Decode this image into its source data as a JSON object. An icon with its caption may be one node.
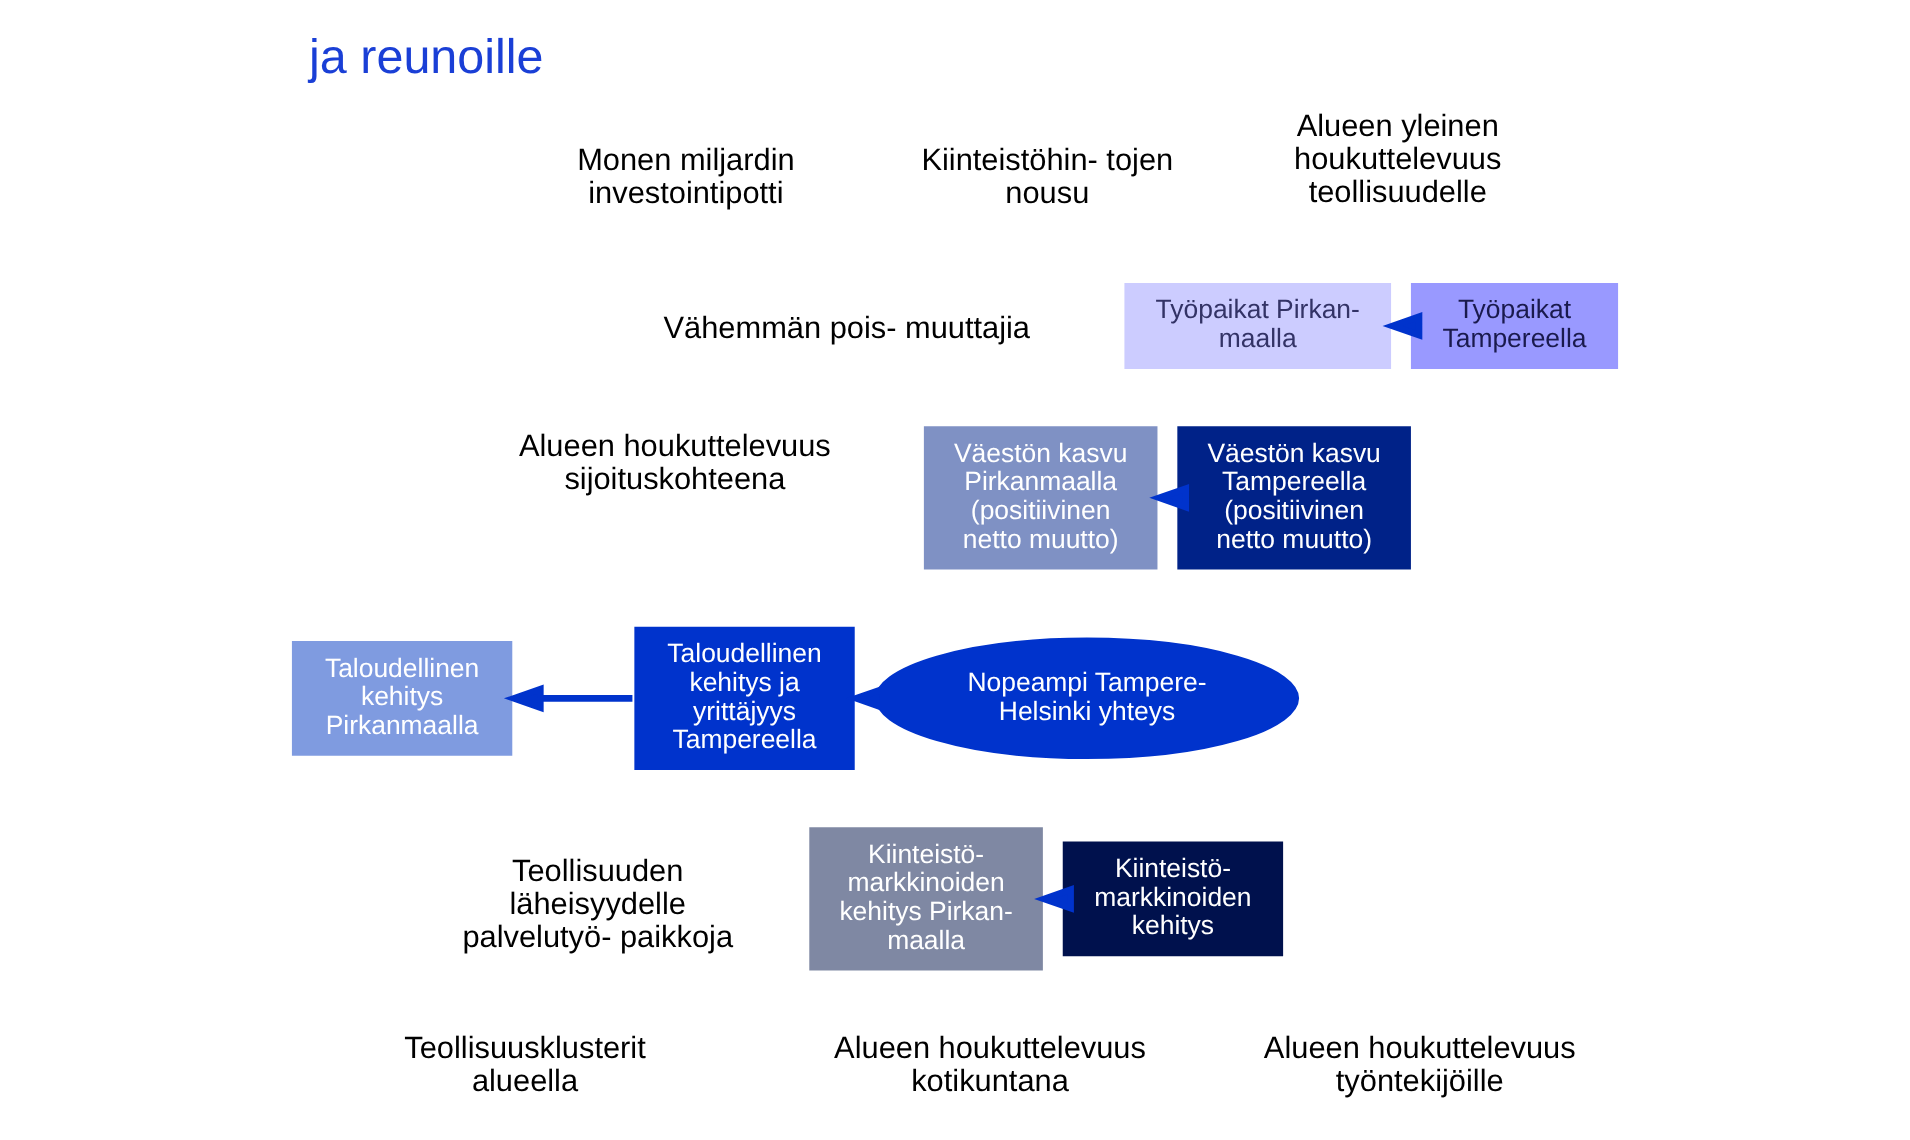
{
  "diagram": {
    "title": "ja reunoille",
    "nodes": [
      {
        "text": [
          "Nopeampi Tampere-Helsinki yhteys"
        ]
      },
      {
        "text": [
          "Taloudellinen kehitys ja yrittäjyys Tampereella"
        ]
      },
      {
        "text": [
          "Työpaikat Tampereella"
        ]
      },
      {
        "text": [
          "Väestön kasvu Tampereella (positiivinen netto muutto)"
        ]
      },
      {
        "text": [
          "Kiinteistö- markkinoiden kehitys"
        ]
      },
      {
        "text": [
          "Taloudellinen kehitys Pirkanmaalla"
        ]
      },
      {
        "text": [
          "Työpaikat Pirkan- maalla"
        ]
      },
      {
        "text": [
          "Väestön kasvu Pirkanmaalla (positiivinen netto muutto)"
        ]
      },
      {
        "text": [
          "Kiinteistö- markkinoiden kehitys Pirkan- maalla"
        ]
      }
    ],
    "edges": [
      {
        "from": 0,
        "to": 1,
        "arrow": "to"
      },
      {
        "from": 1,
        "to": 5,
        "arrow": "to"
      },
      {
        "from": 2,
        "to": 6,
        "arrow": "to"
      },
      {
        "from": 3,
        "to": 7,
        "arrow": "to"
      },
      {
        "from": 4,
        "to": 8,
        "arrow": "to"
      }
    ],
    "labels": [
      "Teollisuusklusterit alueella",
      "Monen miljardin investointipotti",
      "Alueen houkuttelevuus sijoituskohteena",
      "Alueen yleinen houkuttelevuus teollisuudelle",
      "Kiinteistöhin- tojen nousu",
      "Teollisuuden läheisyydelle palvelutyö- paikkoja",
      "Alueen houkuttelevuus kotikuntana",
      "Vähemmän pois- muuttajia",
      "Alueen houkuttelevuus työntekijöille"
    ]
  }
}
